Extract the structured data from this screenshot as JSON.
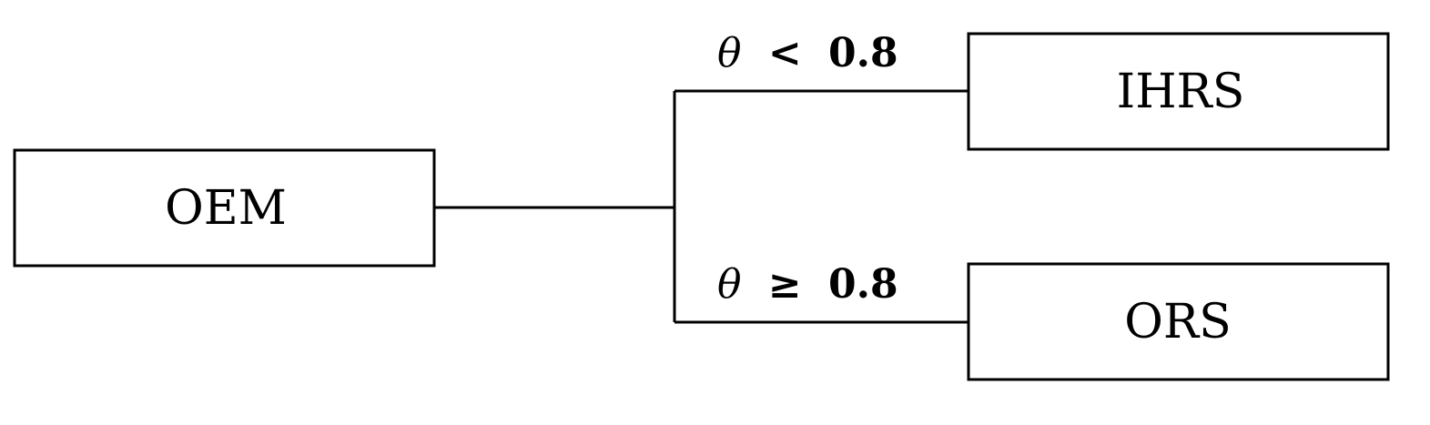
{
  "nodes": {
    "root": {
      "label": "OEM"
    },
    "upper": {
      "label": "IHRS"
    },
    "lower": {
      "label": "ORS"
    }
  },
  "branches": {
    "upper": {
      "symbol": "θ",
      "operator": "<",
      "value": "0.8"
    },
    "lower": {
      "symbol": "θ",
      "operator": "≥",
      "value": "0.8"
    }
  },
  "colors": {
    "stroke": "#000000",
    "background": "#ffffff"
  }
}
